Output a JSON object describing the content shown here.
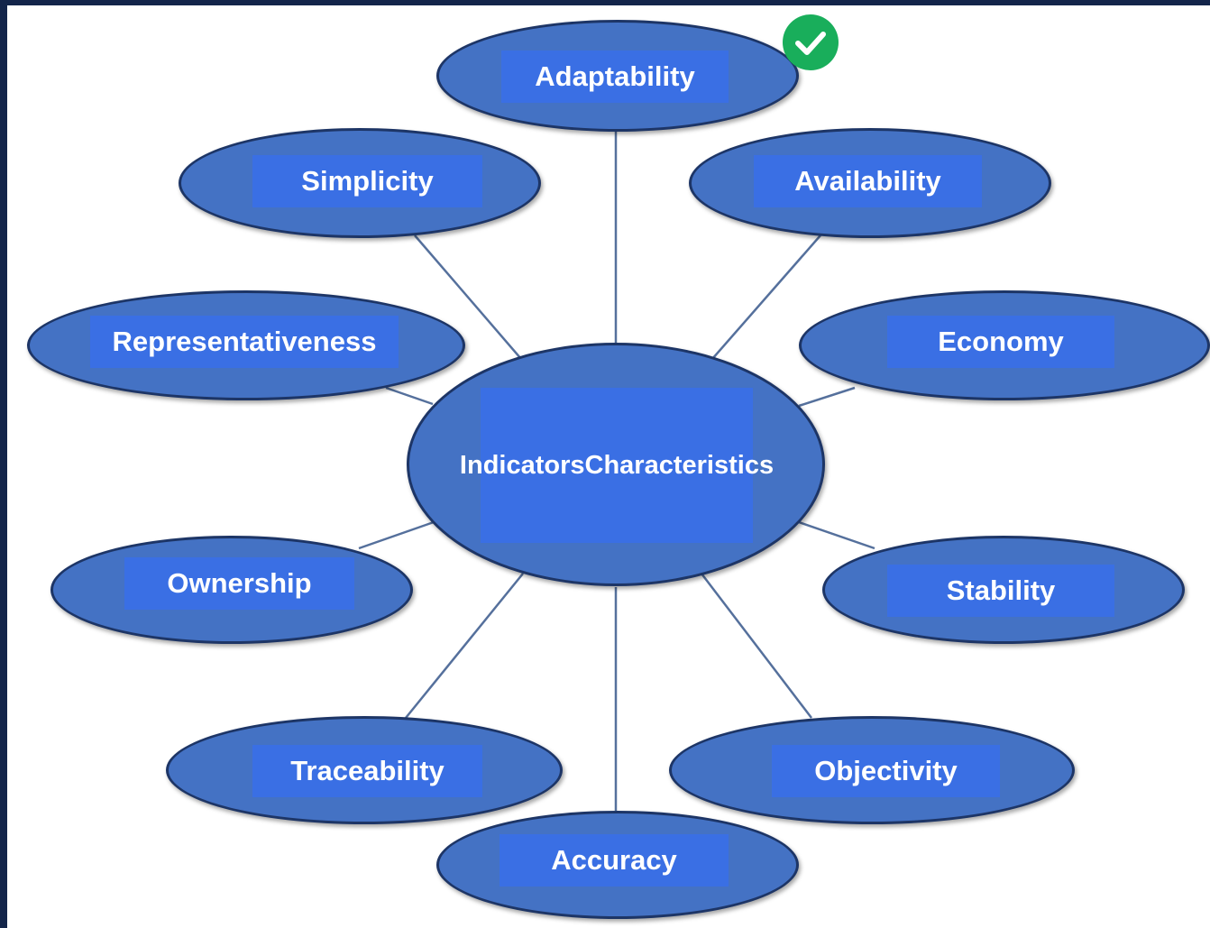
{
  "center": {
    "line1": "Indicators",
    "line2": "Characteristics"
  },
  "nodes": {
    "adaptability": "Adaptability",
    "simplicity": "Simplicity",
    "availability": "Availability",
    "representativeness": "Representativeness",
    "economy": "Economy",
    "ownership": "Ownership",
    "stability": "Stability",
    "traceability": "Traceability",
    "objectivity": "Objectivity",
    "accuracy": "Accuracy"
  },
  "colors": {
    "background": "#13254a",
    "canvas": "#ffffff",
    "node_fill": "#4472c4",
    "node_border": "#1d3566",
    "label_fill": "#3a6fe4",
    "label_text": "#ffffff",
    "connector": "#55709c",
    "check_badge": "#19ae5b"
  },
  "badge": {
    "icon": "checkmark-icon"
  }
}
